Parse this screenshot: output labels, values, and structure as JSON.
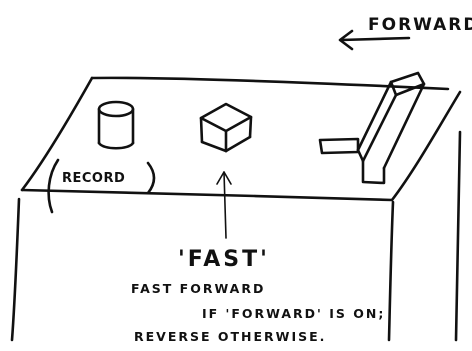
{
  "direction_label": "FORWARD",
  "record_label": "RECORD",
  "fast_label": "'FAST'",
  "description": {
    "line1": "FAST FORWARD",
    "line2": "IF 'FORWARD' IS ON;",
    "line3": "REVERSE OTHERWISE."
  }
}
